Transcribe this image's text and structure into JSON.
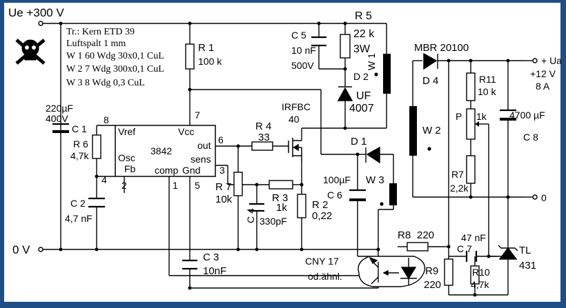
{
  "rails": {
    "ue": "Ue +300 V",
    "zero_v": "0 V",
    "ua_plus": "+ Ua",
    "ua_volt": "+12 V",
    "ua_amp": "8 A",
    "out_zero": "0"
  },
  "transformer_note": {
    "line1": "Tr.: Kern ETD 39",
    "line2": "Luftspalt 1 mm",
    "line3": "W 1  60 Wdg 30x0,1 CuL",
    "line4": "W 2  7 Wdg  300x0,1 CuL",
    "line5": "W 3  8 Wdg  0,3 CuL"
  },
  "ic": {
    "name": "3842",
    "vref": "Vref",
    "vcc": "Vcc",
    "osc": "Osc",
    "fb": "Fb",
    "out": "out",
    "sens": "sens",
    "comp": "comp",
    "gnd": "Gnd",
    "pin8": "8",
    "pin7": "7",
    "pin6": "6",
    "pin3": "3",
    "pin4": "4",
    "pin2": "2",
    "pin1": "1",
    "pin5": "5"
  },
  "components": {
    "r1_name": "R 1",
    "r1_val": "100 k",
    "r5_name": "R 5",
    "r5_val": "22 k",
    "r5_power": "3W",
    "c5_name": "C 5",
    "c5_val": "10 nF",
    "c5_volt": "500V",
    "d2_name": "D 2",
    "d2_type1": "UF",
    "d2_type2": "4007",
    "w1": "W 1",
    "w2": "W 2",
    "w3": "W 3",
    "c1_val": "220µF",
    "c1_volt": "400V",
    "c1_name": "C 1",
    "r6_name": "R 6",
    "r6_val": "4,7k",
    "c2_name": "C 2",
    "c2_val": "4,7 nF",
    "irf1": "IRFBC",
    "irf2": "40",
    "r4_name": "R 4",
    "r4_val": "33",
    "r7_name": "R 7",
    "r7_val": "10k",
    "r3_name": "R 3",
    "r3_val": "1k",
    "r2_name": "R 2",
    "r2_val": "0,22",
    "c4_name": "C 4",
    "c4_val": "330pF",
    "c3_name": "C 3",
    "c3_val": "10nF",
    "d1_name": "D 1",
    "c6_val": "100µF",
    "c6_name": "C 6",
    "mbr": "MBR 20100",
    "d4_name": "D 4",
    "r11_name": "R11",
    "r11_val": "10 k",
    "p_name": "P",
    "p_val": "1k",
    "c8_val": "4700 µF",
    "c8_name": "C 8",
    "r7b_name": "R7",
    "r7b_val": "2,2k",
    "r8_name": "R8",
    "r8_val": "220",
    "r9_name": "R9",
    "r9_val": "220",
    "c7_val": "47 nF",
    "c7_name": "C 7",
    "r10_name": "R10",
    "r10_val": "4,7k",
    "tl1": "TL",
    "tl2": "431",
    "cny1": "CNY 17",
    "cny2": "od.ähnl."
  },
  "colors": {
    "frame": "#1f4e86",
    "paper": "#ffffff",
    "ink": "#000000"
  },
  "icons": {
    "warning": "skull-crossbones-icon"
  }
}
